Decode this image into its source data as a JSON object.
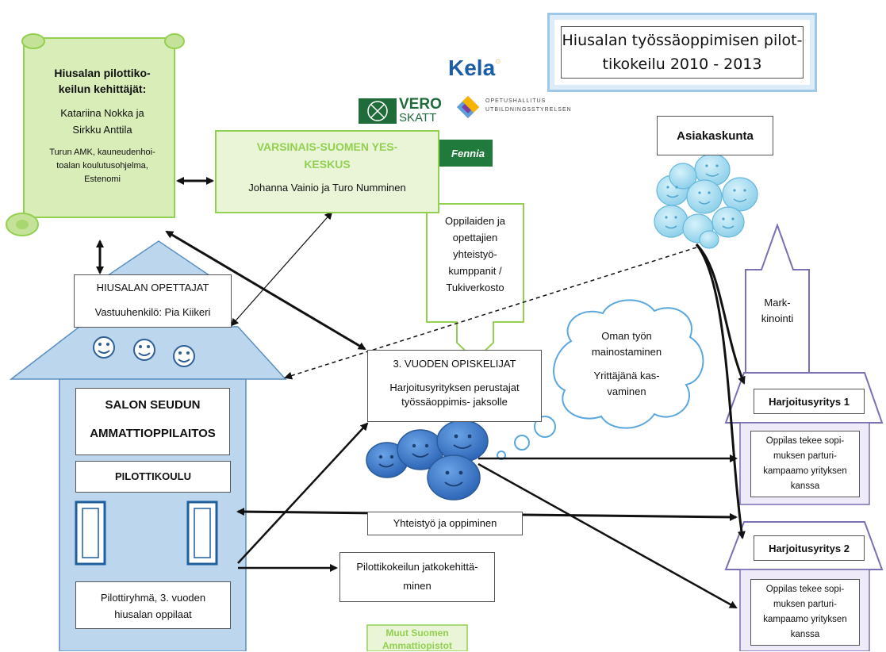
{
  "title": {
    "line1": "Hiusalan työssäoppimisen pilot-",
    "line2": "tikokeilu 2010 - 2013"
  },
  "logos": {
    "kela": "Kela",
    "vero": "VERO",
    "skatt": "SKATT",
    "oph1": "OPETUSHALLITUS",
    "oph2": "UTBILDNINGSSTYRELSEN",
    "fennia": "Fennia"
  },
  "developers": {
    "heading1": "Hiusalan pilottiko-",
    "heading2": "keilun kehittäjät:",
    "names1": "Katariina Nokka ja",
    "names2": "Sirkku Anttila",
    "org1": "Turun AMK, kauneudenhoi-",
    "org2": "toalan koulutusohjelma,",
    "org3": "Estenomi"
  },
  "yes_center": {
    "title1": "VARSINAIS-SUOMEN YES-",
    "title2": "KESKUS",
    "people": "Johanna Vainio ja Turo Numminen"
  },
  "partners": {
    "l1": "Oppilaiden ja",
    "l2": "opettajien",
    "l3": "yhteistyö-",
    "l4": "kumppanit /",
    "l5": "Tukiverkosto"
  },
  "teachers": {
    "title": "HIUSALAN OPETTAJAT",
    "responsible": "Vastuuhenkilö: Pia Kiikeri"
  },
  "school": {
    "name1": "SALON SEUDUN",
    "name2": "AMMATTIOPPILAITOS",
    "pilot": "PILOTTIKOULU",
    "group1": "Pilottiryhmä, 3. vuoden",
    "group2": "hiusalan oppilaat"
  },
  "students": {
    "title": "3. VUODEN OPISKELIJAT",
    "desc1": "Harjoitusyrityksen perustajat",
    "desc2": "työssäoppimis- jaksolle"
  },
  "thought": {
    "l1": "Oman työn",
    "l2": "mainostaminen",
    "l3": "Yrittäjänä kas-",
    "l4": "vaminen"
  },
  "clients": {
    "label": "Asiakaskunta"
  },
  "marketing": {
    "l1": "Mark-",
    "l2": "kinointi"
  },
  "company1": {
    "name": "Harjoitusyritys 1",
    "d1": "Oppilas tekee sopi-",
    "d2": "muksen parturi-",
    "d3": "kampaamo yrityksen",
    "d4": "kanssa"
  },
  "company2": {
    "name": "Harjoitusyritys 2",
    "d1": "Oppilas tekee sopi-",
    "d2": "muksen parturi-",
    "d3": "kampaamo yrityksen",
    "d4": "kanssa"
  },
  "cooperation": {
    "label": "Yhteistyö ja oppiminen"
  },
  "continuation": {
    "l1": "Pilottikokeilun jatkokehittä-",
    "l2": "minen"
  },
  "other_schools": {
    "l1": "Muut Suomen",
    "l2": "Ammattiopistot"
  },
  "colors": {
    "school_fill": "#bcd7ed",
    "school_stroke": "#5b8fc2",
    "green": "#92d050",
    "green_fill": "#eaf5d8",
    "purple": "#7b6fb5",
    "student_blue": "#3f7fd0",
    "client_blue": "#9ad6ef"
  }
}
